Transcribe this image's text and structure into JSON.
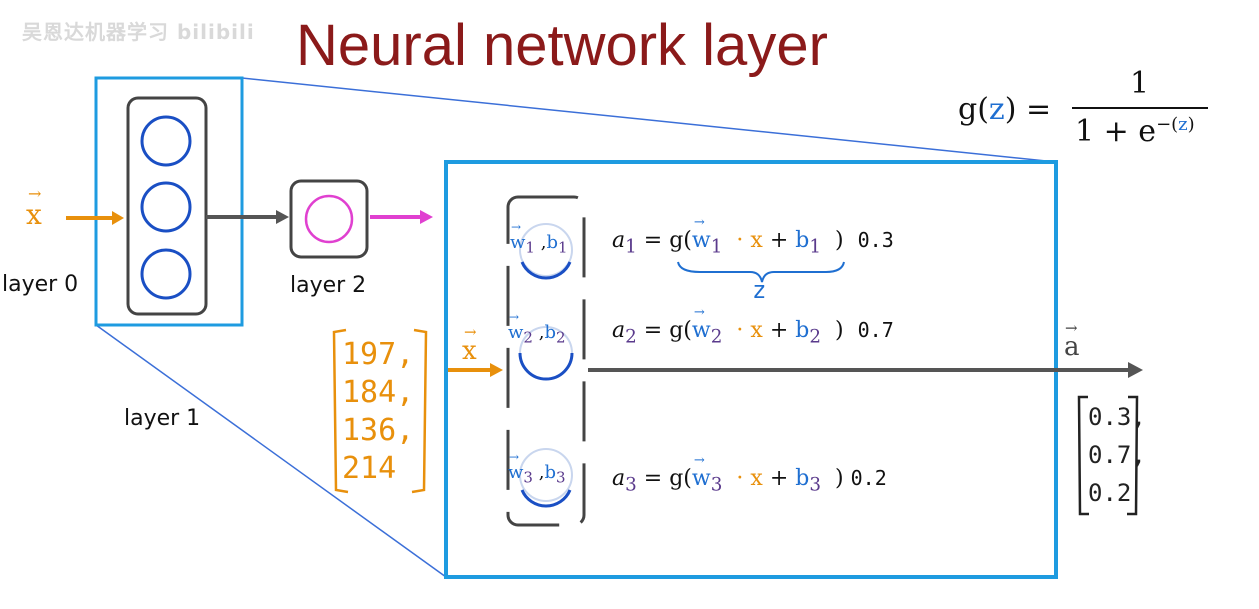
{
  "watermark": "吴恩达机器学习 bilibili",
  "title": "Neural network layer",
  "formula": {
    "lhs": "g(",
    "z": "z",
    "rhs_close": ") =",
    "numerator": "1",
    "denominator_prefix": "1 + e",
    "exponent_prefix": "−(",
    "exponent_z": "z",
    "exponent_suffix": ")"
  },
  "left_diagram": {
    "input_label": "x",
    "layer0_label": "layer 0",
    "layer1_label": "layer 1",
    "layer2_label": "layer 2"
  },
  "zoom": {
    "input_label": "x",
    "input_values": [
      "197,",
      "184,",
      "136,",
      "214"
    ],
    "units": [
      {
        "w": "w",
        "w_sub": "1",
        "b": "b",
        "b_sub": "1",
        "a": "a",
        "a_sub": "1",
        "eq": "= g(",
        "dot_x": "· x",
        "plus": "+",
        "bias": "b",
        "bias_sub": "1",
        "close": ")",
        "value": "0.3"
      },
      {
        "w": "w",
        "w_sub": "2",
        "b": "b",
        "b_sub": "2",
        "a": "a",
        "a_sub": "2",
        "eq": "= g(",
        "dot_x": "· x",
        "plus": "+",
        "bias": "b",
        "bias_sub": "2",
        "close": ")",
        "value": "0.7"
      },
      {
        "w": "w",
        "w_sub": "3",
        "b": "b",
        "b_sub": "3",
        "a": "a",
        "a_sub": "3",
        "eq": "= g(",
        "dot_x": "· x",
        "plus": "+",
        "bias": "b",
        "bias_sub": "3",
        "close": ")",
        "value": "0.2"
      }
    ],
    "z_annotation": "z",
    "output_label": "a",
    "output_values": [
      "0.3,",
      "0.7,",
      "0.2"
    ]
  },
  "colors": {
    "title": "#8b1a1a",
    "frame_blue": "#1e9be0",
    "neuron_blue": "#1a4fc4",
    "layer2_neuron": "#e040d0",
    "orange": "#e8900c",
    "purple": "#5a3a8c"
  }
}
